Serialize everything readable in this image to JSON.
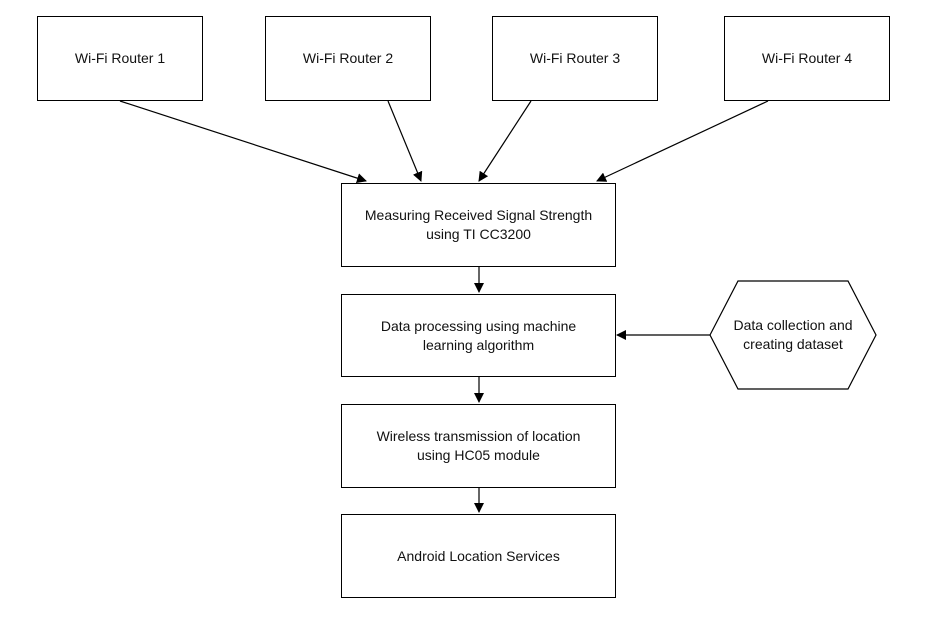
{
  "diagram": {
    "routers": [
      {
        "label": "Wi-Fi Router 1"
      },
      {
        "label": "Wi-Fi Router 2"
      },
      {
        "label": "Wi-Fi Router 3"
      },
      {
        "label": "Wi-Fi Router 4"
      }
    ],
    "steps": [
      {
        "line1": "Measuring Received Signal Strength",
        "line2": "using TI CC3200"
      },
      {
        "line1": "Data processing using machine",
        "line2": "learning algorithm"
      },
      {
        "line1": "Wireless transmission of location",
        "line2": "using HC05 module"
      },
      {
        "line1": "Android Location Services",
        "line2": ""
      }
    ],
    "side_input": {
      "line1": "Data collection and",
      "line2": "creating dataset"
    },
    "edges": [
      {
        "from": "Wi-Fi Router 1",
        "to": "Measuring Received Signal Strength"
      },
      {
        "from": "Wi-Fi Router 2",
        "to": "Measuring Received Signal Strength"
      },
      {
        "from": "Wi-Fi Router 3",
        "to": "Measuring Received Signal Strength"
      },
      {
        "from": "Wi-Fi Router 4",
        "to": "Measuring Received Signal Strength"
      },
      {
        "from": "Measuring Received Signal Strength",
        "to": "Data processing using machine learning algorithm"
      },
      {
        "from": "Data collection and creating dataset",
        "to": "Data processing using machine learning algorithm"
      },
      {
        "from": "Data processing using machine learning algorithm",
        "to": "Wireless transmission of location"
      },
      {
        "from": "Wireless transmission of location",
        "to": "Android Location Services"
      }
    ],
    "colors": {
      "stroke": "#000000",
      "fill": "#ffffff",
      "text": "#111111"
    }
  }
}
